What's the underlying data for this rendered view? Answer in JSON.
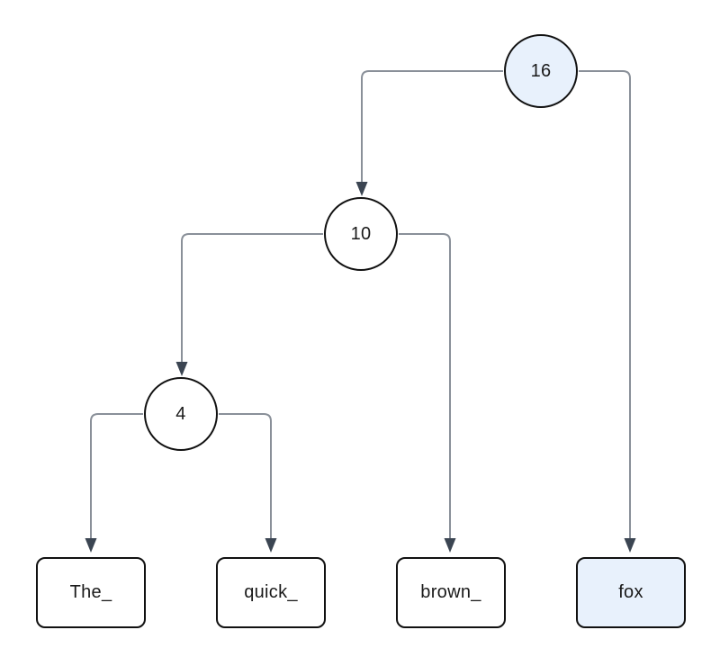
{
  "colors": {
    "background": "#ffffff",
    "node_fill": "#ffffff",
    "highlight_fill": "#e8f1fc",
    "node_stroke": "#111111",
    "edge_color": "#8a9099",
    "arrowhead_color": "#3b4552"
  },
  "tree": {
    "internal_nodes": [
      {
        "label": "16",
        "shape": "circle",
        "highlighted": true
      },
      {
        "label": "10",
        "shape": "circle",
        "highlighted": false
      },
      {
        "label": "4",
        "shape": "circle",
        "highlighted": false
      }
    ],
    "leaf_nodes": [
      {
        "label": "The_",
        "shape": "rounded-rect",
        "highlighted": false
      },
      {
        "label": "quick_",
        "shape": "rounded-rect",
        "highlighted": false
      },
      {
        "label": "brown_",
        "shape": "rounded-rect",
        "highlighted": false
      },
      {
        "label": "fox",
        "shape": "rounded-rect",
        "highlighted": true
      }
    ],
    "edges": [
      {
        "from": "16",
        "to": "10"
      },
      {
        "from": "16",
        "to": "fox"
      },
      {
        "from": "10",
        "to": "4"
      },
      {
        "from": "10",
        "to": "brown_"
      },
      {
        "from": "4",
        "to": "The_"
      },
      {
        "from": "4",
        "to": "quick_"
      }
    ]
  }
}
